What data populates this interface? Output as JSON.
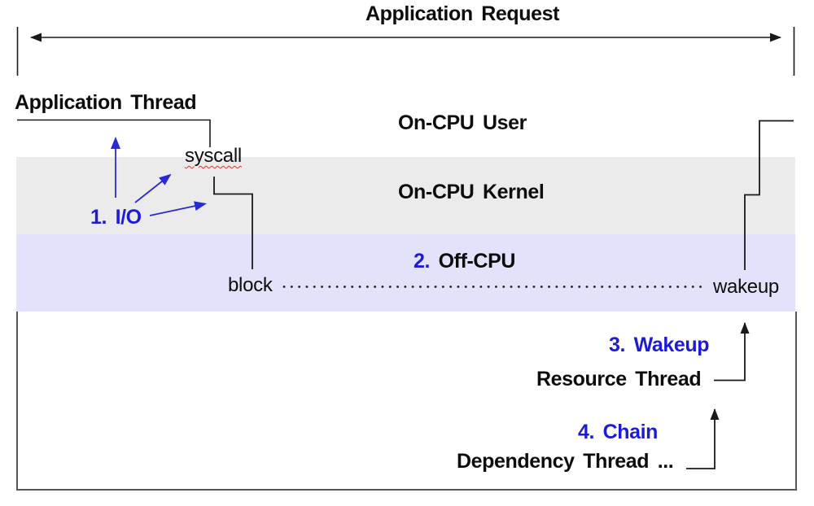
{
  "title": "Application Request",
  "bands": {
    "user_label": "On-CPU User",
    "kernel_label": "On-CPU Kernel",
    "offcpu_number": "2.",
    "offcpu_label": "Off-CPU"
  },
  "threads": {
    "application_thread": "Application Thread",
    "resource_thread": "Resource Thread",
    "dependency_thread": "Dependency Thread ..."
  },
  "events": {
    "syscall": "syscall",
    "block": "block",
    "wakeup": "wakeup"
  },
  "steps": {
    "io": "1. I/O",
    "wakeup": "3. Wakeup",
    "chain": "4. Chain"
  },
  "icons": {
    "arrowheads": "filled-triangle-arrowheads",
    "squiggle": "red-wavy-underline-under-syscall"
  },
  "colors": {
    "accent_blue": "#1c1cd6",
    "band_kernel_gray": "#ebebeb",
    "band_offcpu_lavender": "#e2e2fa",
    "line_black": "#1a1a1a",
    "box_gray": "#565656",
    "squiggle_red": "#e03030"
  }
}
